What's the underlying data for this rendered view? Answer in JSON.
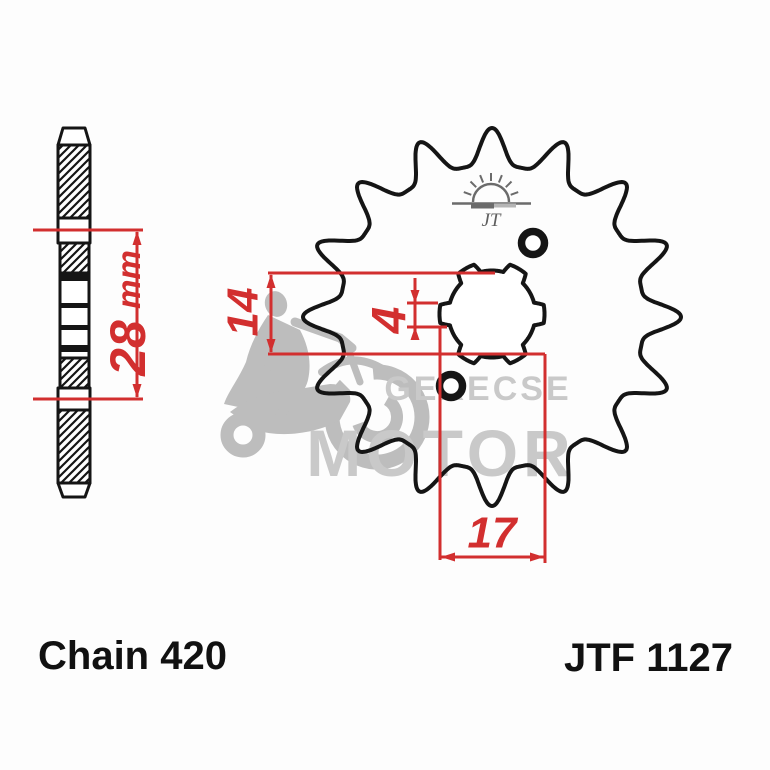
{
  "footer": {
    "chain_label": "Chain 420",
    "part_number": "JTF 1127"
  },
  "dimensions": {
    "hub_width": {
      "value": "28",
      "unit": "mm"
    },
    "bore_across_flats": "14",
    "spline_notch": "4",
    "bore_across_splines": "17"
  },
  "logo": {
    "brand": "JT",
    "icon": "rising-sun-icon"
  },
  "watermark": {
    "line1": "GERECSE",
    "line2": "MOTOR"
  },
  "drawing": {
    "teeth_count": 16,
    "spline_notches": 6,
    "lightening_holes": 2
  },
  "colors": {
    "dimension_red": "#d22f2f",
    "drawing_black": "#151515",
    "watermark_gray": "#c9c9c9",
    "logo_gray": "#6b6b6b",
    "background": "#fdfdfd"
  }
}
